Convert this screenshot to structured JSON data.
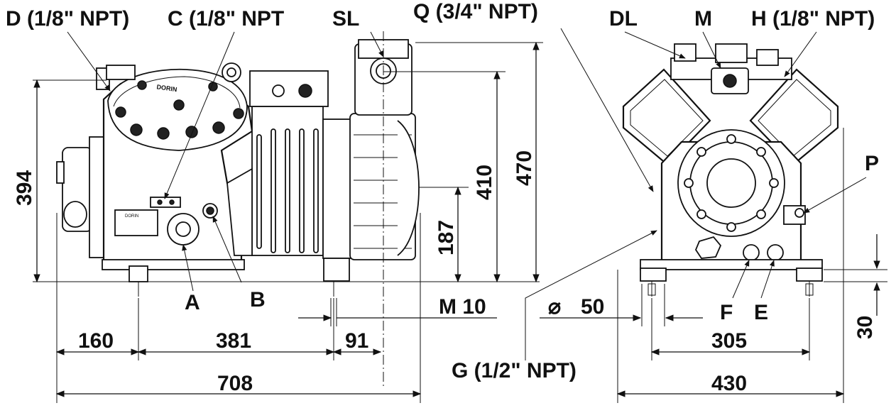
{
  "labels": {
    "port_d": "D (1/8\" NPT)",
    "port_c": "C (1/8\" NPT",
    "port_sl": "SL",
    "port_q": "Q (3/4\" NPT)",
    "port_dl": "DL",
    "port_m": "M",
    "port_h": "H (1/8\" NPT)",
    "port_p": "P",
    "port_a": "A",
    "port_b": "B",
    "port_f": "F",
    "port_e": "E",
    "port_g": "G (1/2\" NPT)",
    "bolt": "M 10",
    "diameter_symbol": "⌀",
    "diameter_value": "50",
    "nameplate_brand": "DORIN"
  },
  "dimensions": {
    "height_394": "394",
    "height_410": "410",
    "height_470": "470",
    "height_187": "187",
    "width_160": "160",
    "width_381": "381",
    "width_91": "91",
    "width_708": "708",
    "width_305": "305",
    "width_430": "430",
    "height_30": "30"
  }
}
